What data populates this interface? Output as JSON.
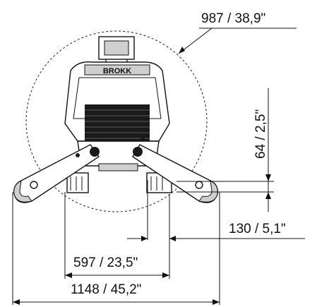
{
  "dimensions": {
    "turning_diameter": "987 / 38,9\"",
    "height_offset": "64 / 2,5\"",
    "wheel_offset": "130 / 5,1\"",
    "inner_width": "597 / 23,5\"",
    "outer_width": "1148 / 45,2\""
  },
  "logo": "BROKK"
}
